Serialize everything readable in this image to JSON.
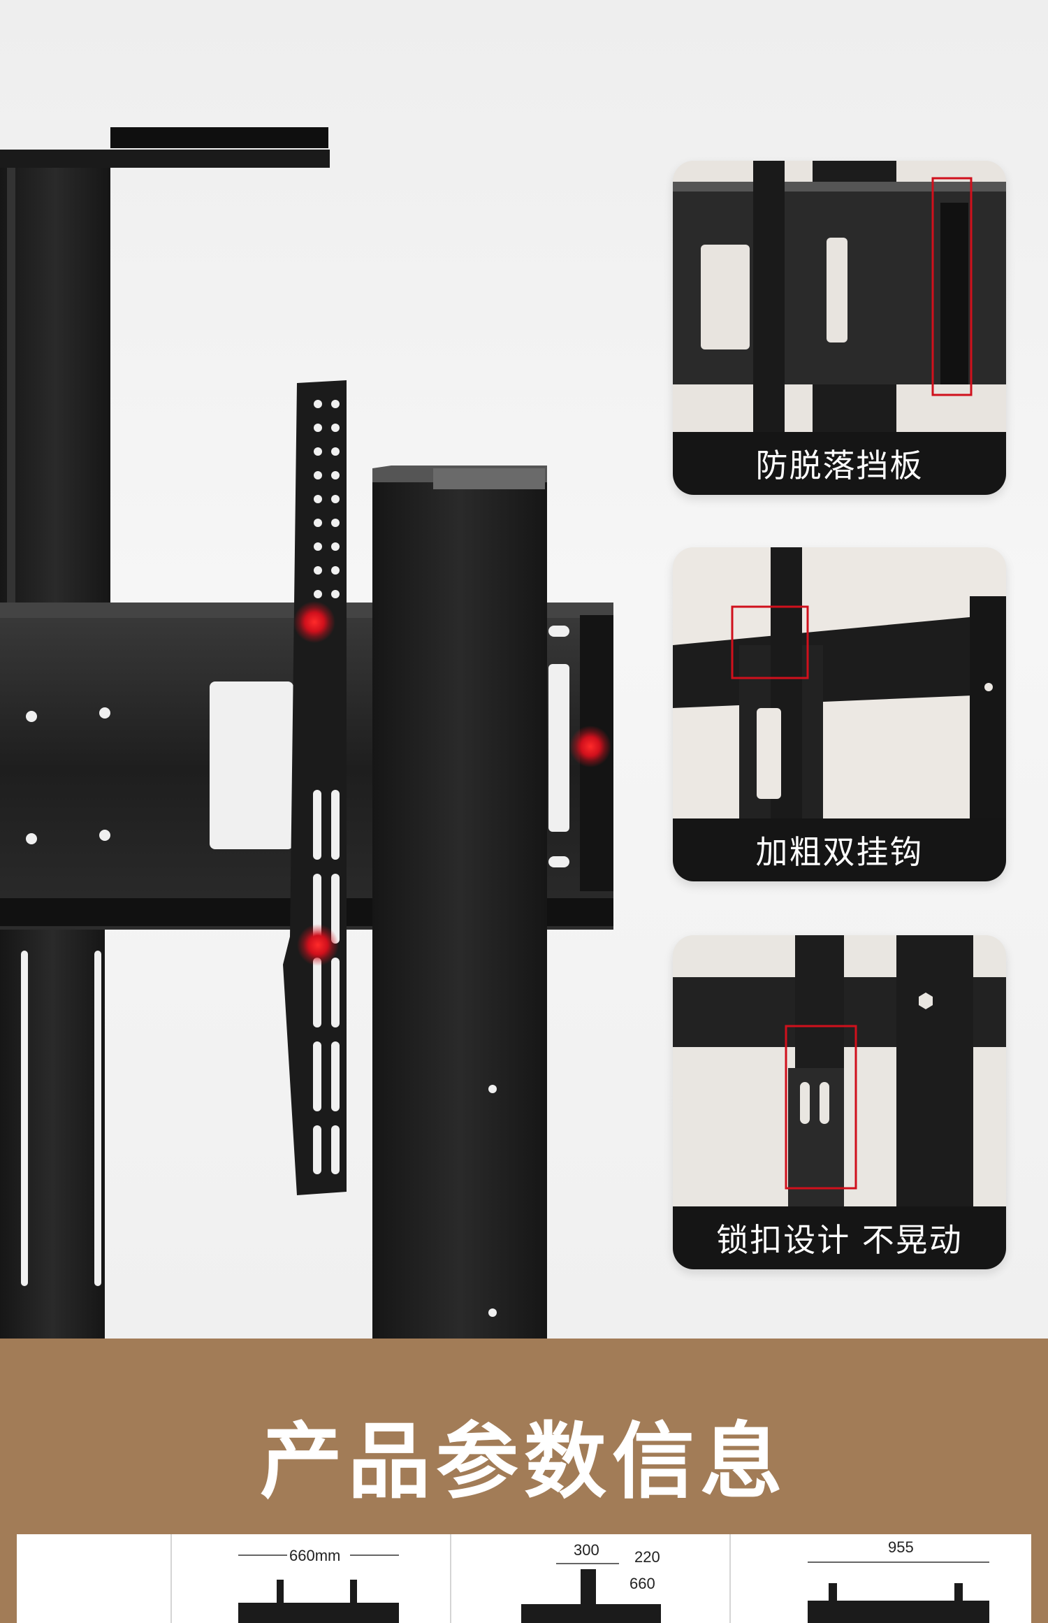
{
  "features": [
    {
      "caption": "防脱落挡板",
      "icon": "anti-drop-baffle-photo"
    },
    {
      "caption": "加粗双挂钩",
      "icon": "double-hook-photo"
    },
    {
      "caption": "锁扣设计 不晃动",
      "icon": "lock-buckle-photo"
    }
  ],
  "params_section": {
    "title": "产品参数信息"
  },
  "spec_diagrams": [
    {
      "labels": [
        "660mm"
      ]
    },
    {
      "labels": [
        "300",
        "220",
        "660"
      ]
    },
    {
      "labels": [
        "955"
      ]
    }
  ],
  "colors": {
    "accent_red": "#d0101c",
    "band_brown": "#a27c57",
    "steel_dark": "#1b1b1b"
  }
}
